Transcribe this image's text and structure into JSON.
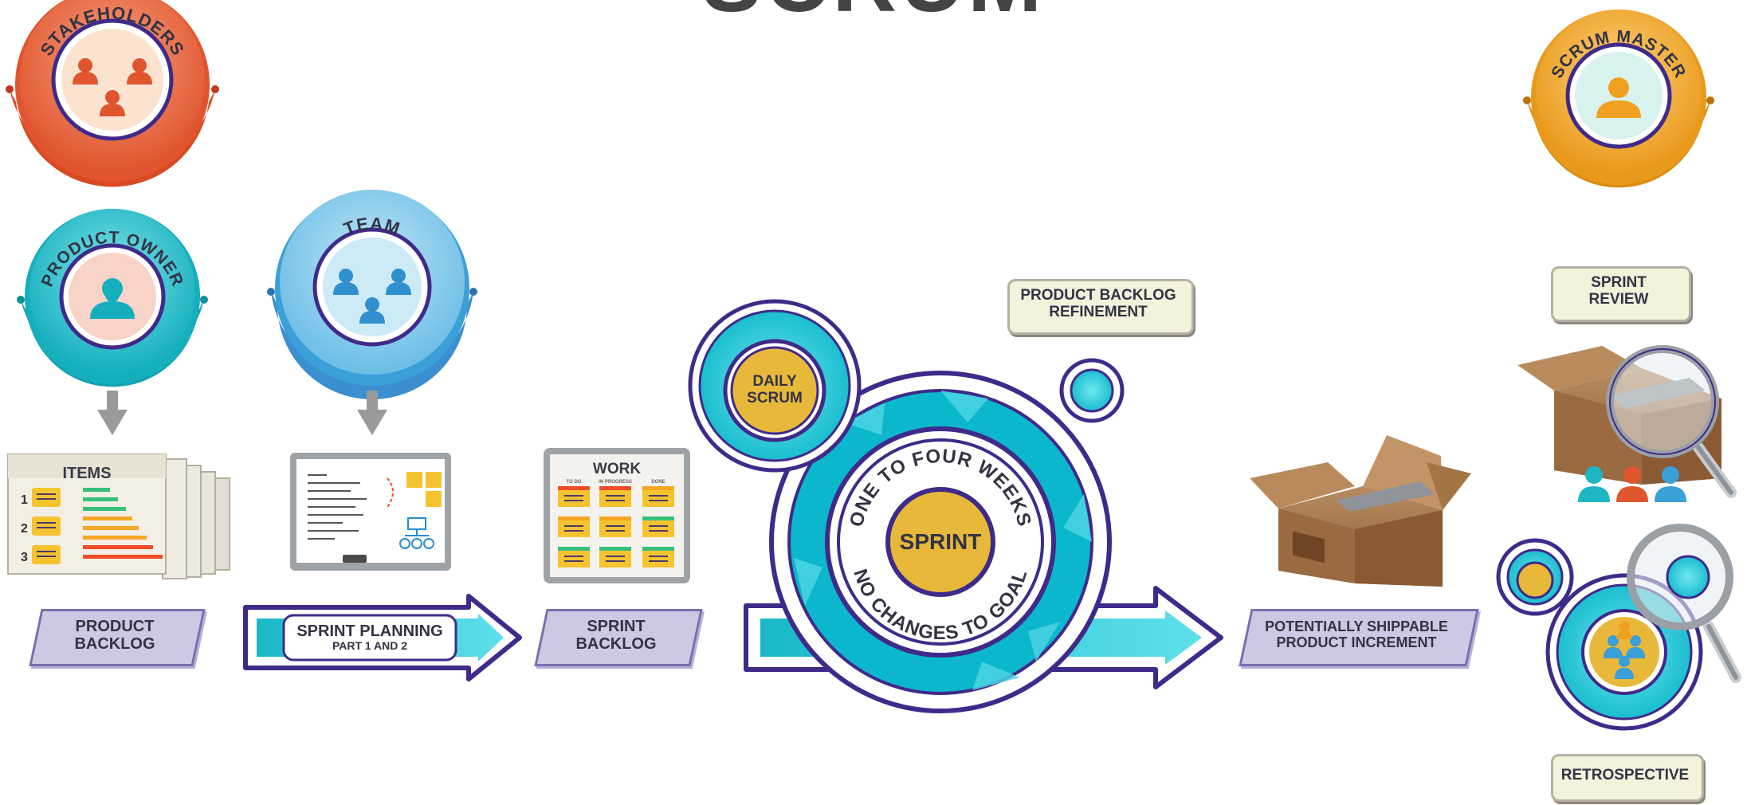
{
  "title": "SCRUM",
  "roles": {
    "stakeholders": "STAKEHOLDERS",
    "product_owner": "PRODUCT OWNER",
    "team": "TEAM",
    "scrum_master": "SCRUM MASTER"
  },
  "artifacts": {
    "items_board": "ITEMS",
    "item_numbers": [
      "1",
      "2",
      "3"
    ],
    "work_board": "WORK",
    "work_columns": [
      "TO DO",
      "IN PROGRESS",
      "DONE"
    ]
  },
  "labels": {
    "product_backlog_1": "PRODUCT",
    "product_backlog_2": "BACKLOG",
    "sprint_planning": "SPRINT PLANNING",
    "sprint_planning_sub": "PART 1 AND 2",
    "sprint_backlog_1": "SPRINT",
    "sprint_backlog_2": "BACKLOG",
    "daily_scrum_1": "DAILY",
    "daily_scrum_2": "SCRUM",
    "refinement_1": "PRODUCT BACKLOG",
    "refinement_2": "REFINEMENT",
    "sprint": "SPRINT",
    "sprint_duration": "ONE TO FOUR WEEKS",
    "sprint_rule": "NO CHANGES TO GOAL",
    "increment_1": "POTENTIALLY SHIPPABLE",
    "increment_2": "PRODUCT INCREMENT",
    "sprint_review_1": "SPRINT",
    "sprint_review_2": "REVIEW",
    "retrospective": "RETROSPECTIVE"
  },
  "colors": {
    "stakeholders": "#e8603a",
    "product_owner": "#1fb6c4",
    "team": "#3b9fd8",
    "scrum_master": "#f0a020",
    "purple": "#3f2a8a",
    "cyan": "#18c6d6",
    "gold": "#e8b83a"
  }
}
